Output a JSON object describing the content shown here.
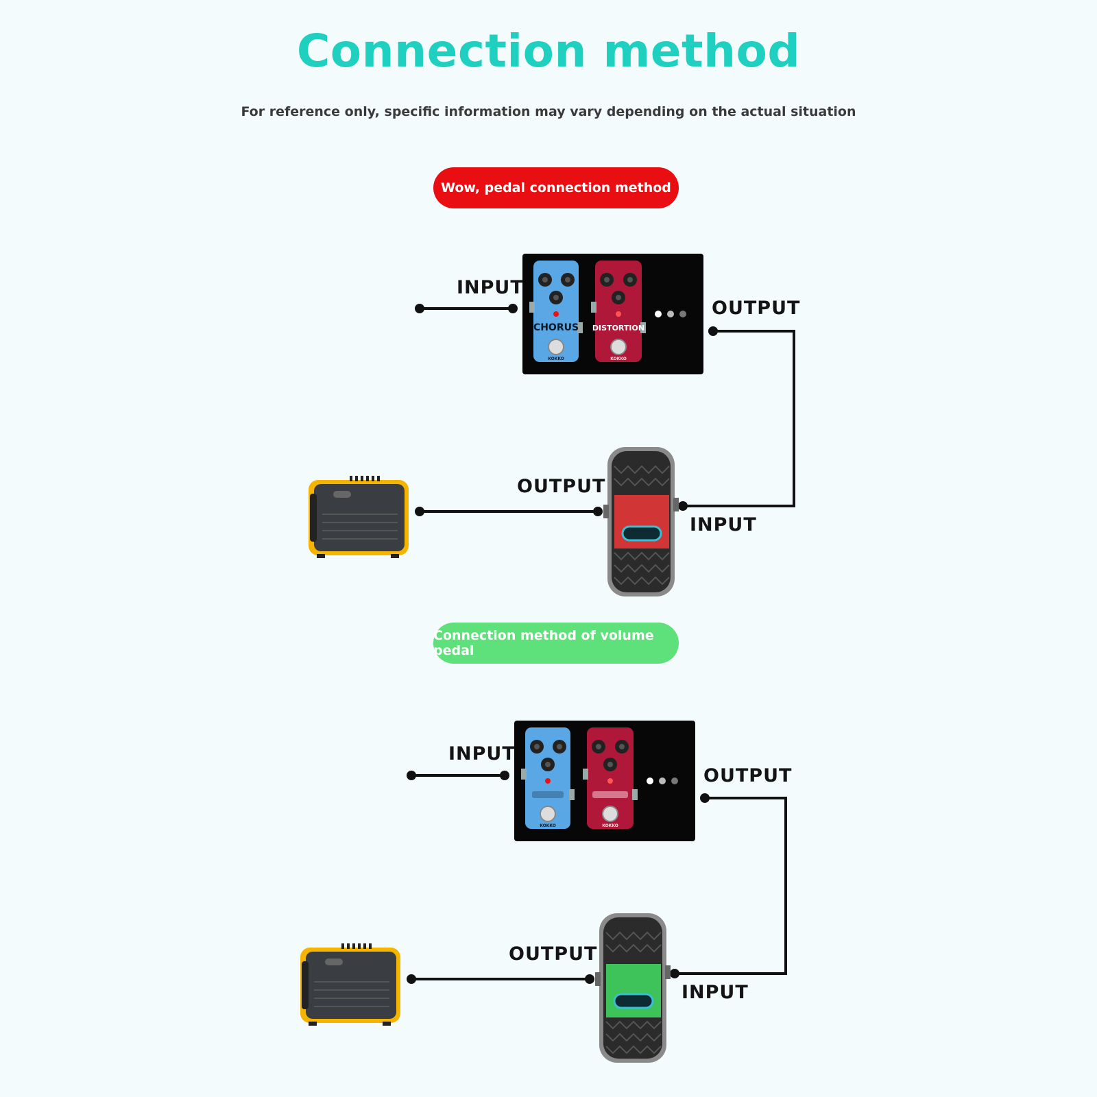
{
  "title": "Connection method",
  "subtitle": "For reference only, specific information may vary depending on the actual situation",
  "section1": {
    "badge": "Wow, pedal connection method",
    "badge_color": "#e80e12",
    "labels": {
      "effects_input": "INPUT",
      "effects_output": "OUTPUT",
      "pedal_output": "OUTPUT",
      "pedal_input": "INPUT"
    },
    "pedals": {
      "blue_name": "CHORUS",
      "red_name": "DISTORTION",
      "brand": "KOKKO"
    },
    "pedal_panel_color": "#d23535"
  },
  "section2": {
    "badge": "Connection method of volume pedal",
    "badge_color": "#5ee07a",
    "labels": {
      "effects_input": "INPUT",
      "effects_output": "OUTPUT",
      "pedal_output": "OUTPUT",
      "pedal_input": "INPUT"
    },
    "pedals": {
      "brand": "KOKKO"
    },
    "pedal_panel_color": "#3ec25a"
  },
  "colors": {
    "title": "#1fcfbf",
    "cable": "#111111",
    "blue_pedal": "#5aa7e6",
    "red_pedal": "#b0183a",
    "amp_frame": "#f5b400"
  }
}
